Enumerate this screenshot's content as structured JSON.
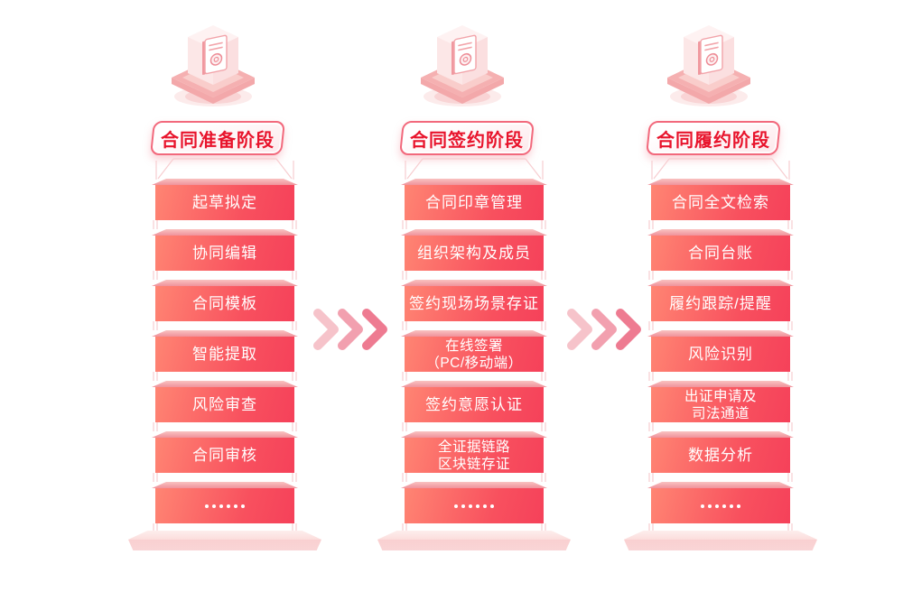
{
  "page": {
    "background": "#ffffff"
  },
  "stages": [
    {
      "id": "preparation",
      "label": "合同准备阶段",
      "icon": "contract-document-box-icon",
      "items": [
        "起草拟定",
        "协同编辑",
        "合同模板",
        "智能提取",
        "风险审查",
        "合同审核",
        "……"
      ]
    },
    {
      "id": "signing",
      "label": "合同签约阶段",
      "icon": "contract-document-box-icon",
      "items": [
        "合同印章管理",
        "组织架构及成员",
        "签约现场场景存证",
        "在线签署\n（PC/移动端）",
        "签约意愿认证",
        "全证据链路\n区块链存证",
        "……"
      ]
    },
    {
      "id": "performance",
      "label": "合同履约阶段",
      "icon": "contract-document-box-icon",
      "items": [
        "合同全文检索",
        "合同台账",
        "履约跟踪/提醒",
        "风险识别",
        "出证申请及\n司法通道",
        "数据分析",
        "……"
      ]
    }
  ],
  "flow_arrows": {
    "chevron_count": 3,
    "colors": [
      "#f6c3ca",
      "#f2a0af",
      "#ee7b91"
    ]
  },
  "colors": {
    "block_gradient_start": "#ff8573",
    "block_gradient_end": "#f5415a",
    "block_top_face": "#f0929b",
    "block_text": "#ffffff",
    "stage_label_text": "#e8142c",
    "stage_label_border": "#f2697c",
    "wireframe": "#f7cdd0",
    "pedestal": "#f9d3d4"
  }
}
